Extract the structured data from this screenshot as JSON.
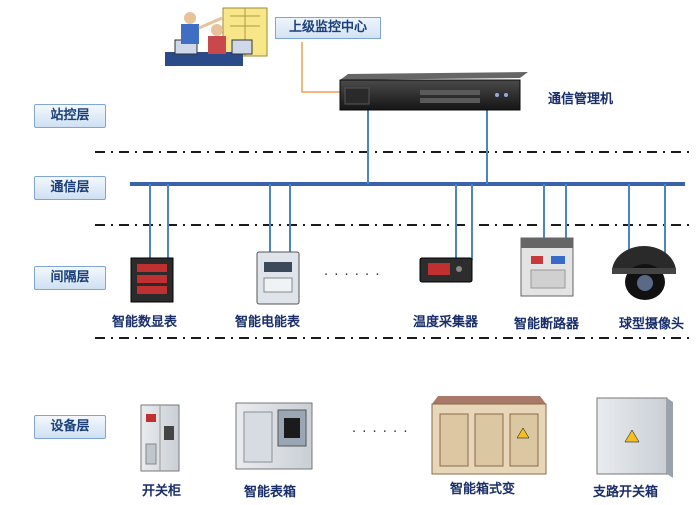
{
  "layers": {
    "station": "站控层",
    "comm": "通信层",
    "bay": "间隔层",
    "equipment": "设备层"
  },
  "top": {
    "monitor_center": "上级监控中心",
    "comm_manager": "通信管理机"
  },
  "bay_devices": [
    "智能数显表",
    "智能电能表",
    "温度采集器",
    "智能断路器",
    "球型摄像头"
  ],
  "equipment_devices": [
    "开关柜",
    "智能表箱",
    "智能箱式变",
    "支路开关箱"
  ],
  "ellipsis": "· · · · · ·"
}
